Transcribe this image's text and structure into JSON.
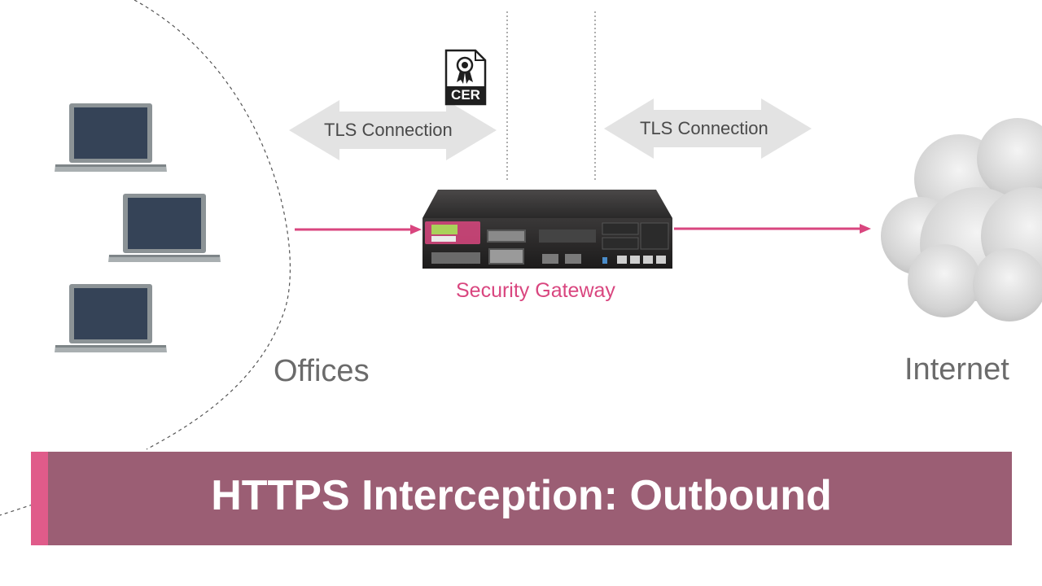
{
  "diagram": {
    "tls_left": "TLS Connection",
    "tls_right": "TLS Connection",
    "certificate_text": "CER",
    "gateway_label": "Security Gateway",
    "offices_label": "Offices",
    "internet_label": "Internet"
  },
  "banner": {
    "title": "HTTPS Interception: Outbound"
  },
  "colors": {
    "accent_pink": "#d9467f",
    "banner_bg": "#9b5e74",
    "banner_edge": "#e05b8a",
    "arrow_gray": "#e2e2e2",
    "laptop_screen": "#354357",
    "laptop_body": "#8c9396"
  }
}
